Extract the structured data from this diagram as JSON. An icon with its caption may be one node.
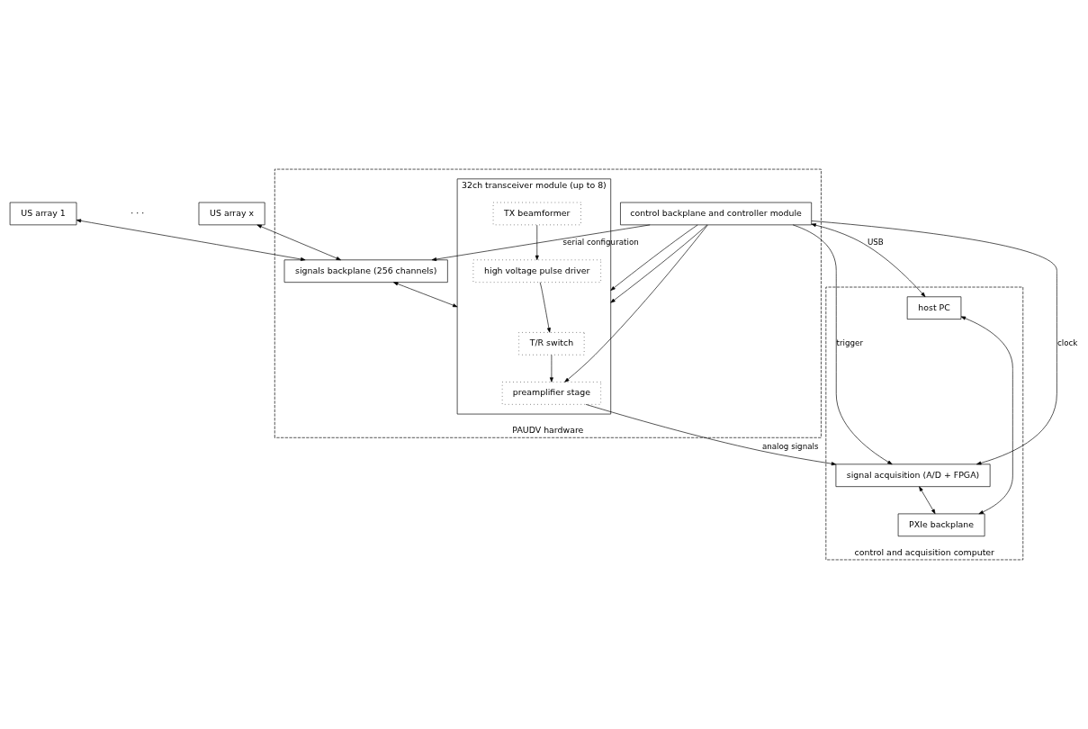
{
  "diagram": {
    "nodes": [
      {
        "text": [
          "US array 1"
        ]
      },
      {
        "text": [
          "US array x"
        ]
      },
      {
        "text": [
          "PAUDV hardware"
        ]
      },
      {
        "text": [
          "signals backplane (256 channels)"
        ],
        "in": 2
      },
      {
        "text": [
          "32ch transceiver module (up to 8)"
        ],
        "in": 2
      },
      {
        "text": [
          "T/R switch"
        ],
        "in": 4
      },
      {
        "text": [
          "preamplifier stage"
        ],
        "in": 4
      },
      {
        "text": [
          "high voltage pulse driver"
        ],
        "in": 4
      },
      {
        "text": [
          "TX beamformer"
        ],
        "in": 4
      },
      {
        "text": [
          "control backplane and controller module"
        ],
        "in": 2
      },
      {
        "text": [
          "control and acquisition computer"
        ]
      },
      {
        "text": [
          "signal acquisition (A/D + FPGA)"
        ],
        "in": 10
      },
      {
        "text": [
          "PXIe backplane"
        ],
        "in": 10
      },
      {
        "text": [
          "host PC"
        ],
        "in": 10
      }
    ],
    "edges": [
      {
        "from": 0,
        "to": 3,
        "arrow": "both"
      },
      {
        "from": 1,
        "to": 3,
        "arrow": "both"
      },
      {
        "from": 3,
        "to": 4,
        "arrow": "both"
      },
      {
        "from": 5,
        "to": 6,
        "arrow": "to"
      },
      {
        "from": 7,
        "to": 5,
        "arrow": "to"
      },
      {
        "from": 8,
        "to": 7,
        "arrow": "to"
      },
      {
        "from": 9,
        "to": 3,
        "label": "serial configuration",
        "arrow": "to"
      },
      {
        "from": 9,
        "to": 4,
        "arrow": "to"
      },
      {
        "from": 9,
        "to": 4,
        "arrow": "to"
      },
      {
        "from": 9,
        "to": 6,
        "arrow": "to"
      },
      {
        "from": 6,
        "to": 11,
        "label": "analog signals",
        "arrow": "to"
      },
      {
        "from": 9,
        "to": 11,
        "label": "clock",
        "arrow": "to"
      },
      {
        "from": 9,
        "to": 11,
        "label": "trigger",
        "arrow": "to"
      },
      {
        "from": 9,
        "to": 13,
        "label": "USB",
        "arrow": "both"
      },
      {
        "from": 11,
        "to": 12,
        "arrow": "both"
      },
      {
        "from": 13,
        "to": 12,
        "arrow": "both"
      }
    ],
    "labels": [
      "· · ·"
    ]
  }
}
